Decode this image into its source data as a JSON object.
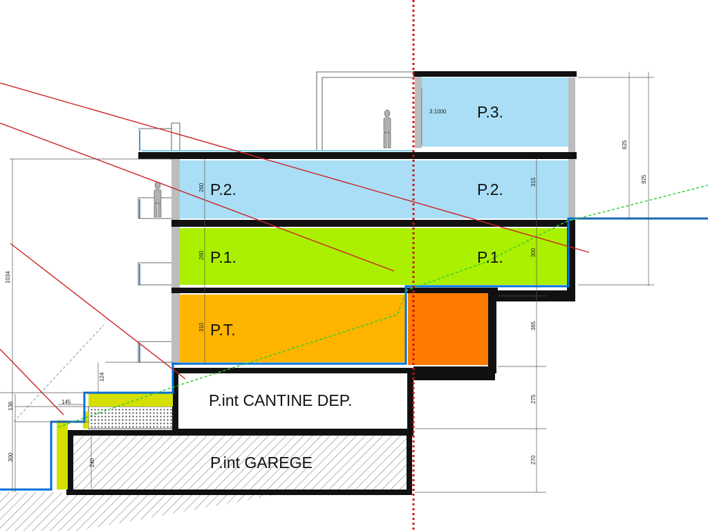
{
  "floors": {
    "p3": "P.3.",
    "p2_left": "P.2.",
    "p2_right": "P.2.",
    "p1_left": "P.1.",
    "p1_right": "P.1.",
    "pt": "P.T.",
    "cantine": "P.int CANTINE DEP.",
    "garage": "P.int GAREGE"
  },
  "dimensions": {
    "d_31000": "3.1000",
    "d_625": "625",
    "d_925": "925",
    "d_315": "315",
    "d_300": "300",
    "d_365": "365",
    "d_275": "275",
    "d_270": "270",
    "d_260a": "260",
    "d_260b": "260",
    "d_310": "310",
    "d_1034": "1034",
    "d_124": "124",
    "d_145": "145",
    "d_136": "136",
    "d_300b": "300",
    "d_240": "240"
  },
  "colors": {
    "light_blue": "#a9def6",
    "lime_green": "#aaf000",
    "amber": "#ffb400",
    "orange": "#ff7a00",
    "yellow_fill": "#d6e000",
    "terrain_blue": "#0070d8",
    "sun_line_red": "#cc2222",
    "axis_red": "#d01010",
    "slope_green": "#33cc33"
  }
}
